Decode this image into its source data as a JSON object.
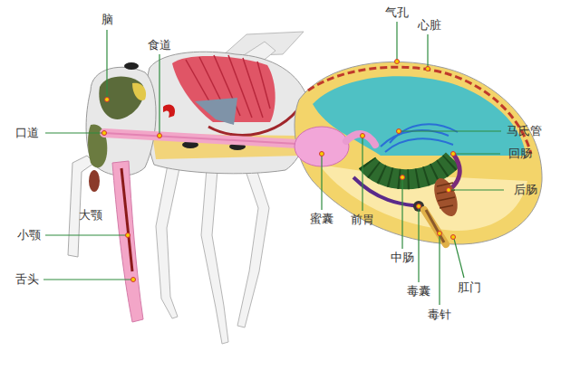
{
  "diagram": {
    "labels": [
      "脑",
      "气孔",
      "心脏",
      "食道",
      "口道",
      "马氏管",
      "回肠",
      "后肠",
      "大颚",
      "蜜囊",
      "前胃",
      "小颚",
      "中肠",
      "毒囊",
      "肛门",
      "毒针",
      "舌头"
    ]
  }
}
